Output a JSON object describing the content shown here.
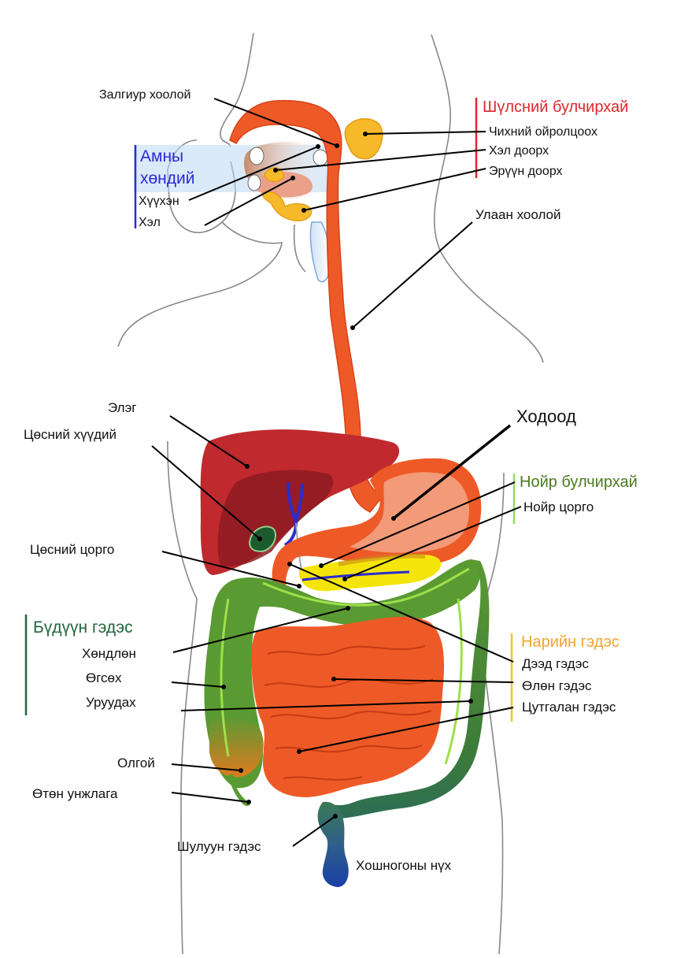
{
  "colors": {
    "salivary": "#e0262b",
    "oral_cavity": "#2b2bd9",
    "pancreas": "#4c7a20",
    "small_intestine": "#f2a431",
    "large_intestine": "#23653b",
    "label": "#111111"
  },
  "groups": {
    "salivary_title": "Шүлсний булчирхай",
    "oral_cavity_line1": "Амны",
    "oral_cavity_line2": "хөндий",
    "pancreas_title": "Нойр булчирхай",
    "small_intestine_title": "Нарийн гэдэс",
    "large_intestine_title": "Бүдүүн гэдэс"
  },
  "labels": {
    "pharynx": "Залгиур хоолой",
    "parotid": "Чихний ойролцоох",
    "sublingual": "Хэл доорх",
    "submandibular": "Эрүүн доорх",
    "palate": "Хүүхэн",
    "tongue": "Хэл",
    "esophagus": "Улаан хоолой",
    "liver": "Элэг",
    "gallbladder": "Цөсний хүүдий",
    "stomach": "Ходоод",
    "pancreatic_duct": "Нойр цорго",
    "bile_duct": "Цөсний цорго",
    "transverse_colon": "Хөндлөн",
    "ascending_colon": "Өгсөх",
    "descending_colon": "Уруудах",
    "cecum": "Олгой",
    "appendix": "Өтөн унжлага",
    "duodenum": "Дээд гэдэс",
    "jejunum": "Өлөн гэдэс",
    "ileum": "Цутгалан гэдэс",
    "rectum": "Шулуун гэдэс",
    "anus": "Хошногоны нүх"
  }
}
